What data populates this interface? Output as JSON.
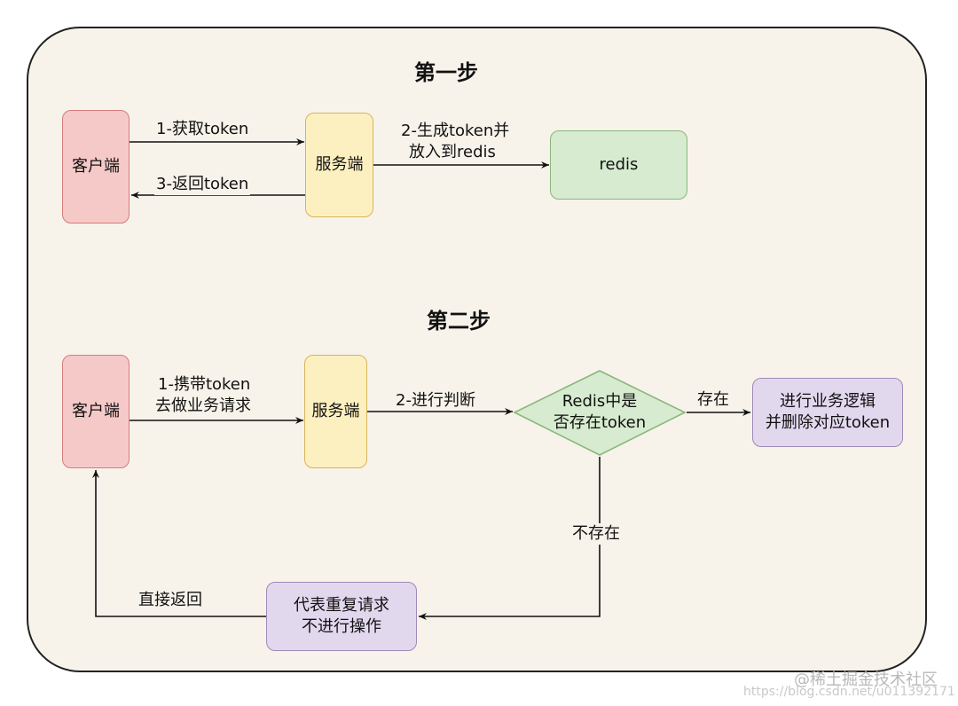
{
  "step1": {
    "title": "第一步",
    "client": "客户端",
    "server": "服务端",
    "redis": "redis",
    "arrow_get_token": "1-获取token",
    "arrow_return_token": "3-返回token",
    "arrow_generate_line1": "2-生成token并",
    "arrow_generate_line2": "放入到redis"
  },
  "step2": {
    "title": "第二步",
    "client": "客户端",
    "server": "服务端",
    "arrow_carry_line1": "1-携带token",
    "arrow_carry_line2": "去做业务请求",
    "arrow_judge": "2-进行判断",
    "decision_line1": "Redis中是",
    "decision_line2": "否存在token",
    "exists": "存在",
    "not_exists": "不存在",
    "process_line1": "进行业务逻辑",
    "process_line2": "并删除对应token",
    "duplicate_line1": "代表重复请求",
    "duplicate_line2": "不进行操作",
    "direct_return": "直接返回"
  },
  "watermark": {
    "text": "@稀土掘金技术社区",
    "url": "https://blog.csdn.net/u011392171"
  },
  "colors": {
    "client_fill": "#f6c9c9",
    "server_fill": "#fdf0c0",
    "redis_fill": "#d6ebcf",
    "process_fill": "#e2d8ee",
    "background": "#f7f3ea"
  }
}
